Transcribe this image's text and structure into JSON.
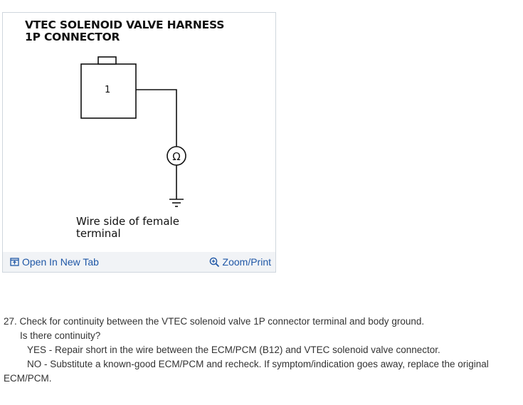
{
  "figure": {
    "title": "VTEC SOLENOID VALVE HARNESS\n1P CONNECTOR",
    "terminal_label": "1",
    "meter_symbol": "Ω",
    "caption": "Wire side of female\nterminal",
    "open_tab_label": "Open In New Tab",
    "zoom_label": "Zoom/Print",
    "link_color": "#1f57a6",
    "icons": [
      "open-new-tab-icon",
      "zoom-icon",
      "ohmmeter-icon",
      "ground-icon"
    ]
  },
  "step": {
    "instruction": "27. Check for continuity between the VTEC solenoid valve 1P connector terminal and body ground.",
    "question": "Is there continuity?",
    "yes": "YES - Repair short in the wire between the ECM/PCM (B12) and VTEC solenoid valve connector.",
    "no": "NO - Substitute a known-good ECM/PCM and recheck. If symptom/indication goes away, replace the original ECM/PCM."
  }
}
